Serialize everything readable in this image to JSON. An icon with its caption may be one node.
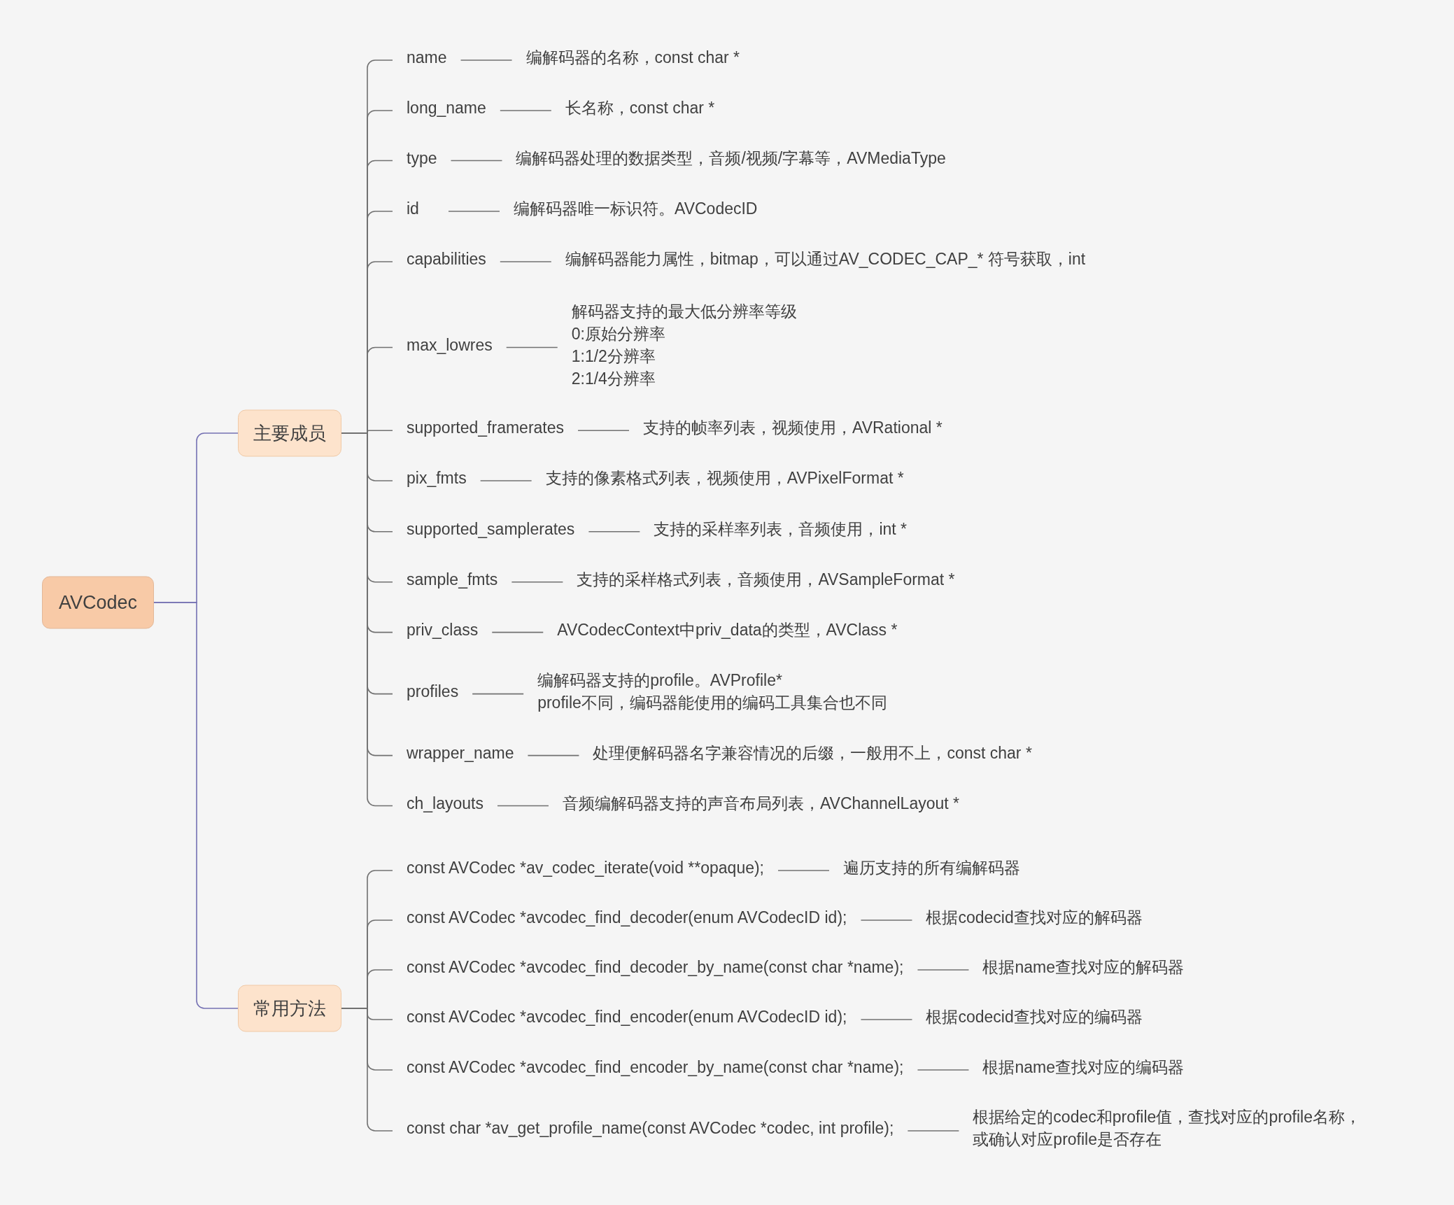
{
  "diagram": {
    "nodes": [
      {
        "text": [
          "AVCodec"
        ]
      },
      {
        "text": [
          "主要成员"
        ]
      },
      {
        "text": [
          "name"
        ]
      },
      {
        "text": [
          "编解码器的名称，const char *"
        ]
      },
      {
        "text": [
          "long_name"
        ]
      },
      {
        "text": [
          "长名称，const char *"
        ]
      },
      {
        "text": [
          "type"
        ]
      },
      {
        "text": [
          "编解码器处理的数据类型，音频/视频/字幕等，AVMediaType"
        ]
      },
      {
        "text": [
          "id"
        ]
      },
      {
        "text": [
          "编解码器唯一标识符。AVCodecID"
        ]
      },
      {
        "text": [
          "capabilities"
        ]
      },
      {
        "text": [
          "编解码器能力属性，bitmap，可以通过AV_CODEC_CAP_* 符号获取，int"
        ]
      },
      {
        "text": [
          "max_lowres"
        ]
      },
      {
        "text": [
          "解码器支持的最大低分辨率等级",
          "0:原始分辨率",
          "1:1/2分辨率",
          "2:1/4分辨率"
        ]
      },
      {
        "text": [
          "supported_framerates"
        ]
      },
      {
        "text": [
          "支持的帧率列表，视频使用，AVRational *"
        ]
      },
      {
        "text": [
          "pix_fmts"
        ]
      },
      {
        "text": [
          "支持的像素格式列表，视频使用，AVPixelFormat *"
        ]
      },
      {
        "text": [
          "supported_samplerates"
        ]
      },
      {
        "text": [
          "支持的采样率列表，音频使用，int *"
        ]
      },
      {
        "text": [
          "sample_fmts"
        ]
      },
      {
        "text": [
          "支持的采样格式列表，音频使用，AVSampleFormat *"
        ]
      },
      {
        "text": [
          "priv_class"
        ]
      },
      {
        "text": [
          "AVCodecContext中priv_data的类型，AVClass *"
        ]
      },
      {
        "text": [
          "profiles"
        ]
      },
      {
        "text": [
          "编解码器支持的profile。AVProfile*",
          "profile不同，编码器能使用的编码工具集合也不同"
        ]
      },
      {
        "text": [
          "wrapper_name"
        ]
      },
      {
        "text": [
          "处理便解码器名字兼容情况的后缀，一般用不上，const char *"
        ]
      },
      {
        "text": [
          "ch_layouts"
        ]
      },
      {
        "text": [
          "音频编解码器支持的声音布局列表，AVChannelLayout *"
        ]
      },
      {
        "text": [
          "常用方法"
        ]
      },
      {
        "text": [
          "const AVCodec *av_codec_iterate(void **opaque);"
        ]
      },
      {
        "text": [
          "遍历支持的所有编解码器"
        ]
      },
      {
        "text": [
          "const AVCodec *avcodec_find_decoder(enum AVCodecID id);"
        ]
      },
      {
        "text": [
          "根据codecid查找对应的解码器"
        ]
      },
      {
        "text": [
          "const AVCodec *avcodec_find_decoder_by_name(const char *name);"
        ]
      },
      {
        "text": [
          "根据name查找对应的解码器"
        ]
      },
      {
        "text": [
          "const AVCodec *avcodec_find_encoder(enum AVCodecID id);"
        ]
      },
      {
        "text": [
          "根据codecid查找对应的编码器"
        ]
      },
      {
        "text": [
          "const AVCodec *avcodec_find_encoder_by_name(const char *name);"
        ]
      },
      {
        "text": [
          "根据name查找对应的编码器"
        ]
      },
      {
        "text": [
          "const char *av_get_profile_name(const AVCodec *codec, int profile);"
        ]
      },
      {
        "text": [
          "根据给定的codec和profile值，查找对应的profile名称，或确认对应profile是否存在"
        ]
      }
    ],
    "edges": [
      {
        "from": 0,
        "to": 1,
        "arrow": "none",
        "color": "#7571b3"
      },
      {
        "from": 0,
        "to": 30,
        "arrow": "none",
        "color": "#7571b3"
      },
      {
        "from": 1,
        "to": 2,
        "arrow": "none"
      },
      {
        "from": 2,
        "to": 3,
        "arrow": "none"
      },
      {
        "from": 1,
        "to": 4,
        "arrow": "none"
      },
      {
        "from": 4,
        "to": 5,
        "arrow": "none"
      },
      {
        "from": 1,
        "to": 6,
        "arrow": "none"
      },
      {
        "from": 6,
        "to": 7,
        "arrow": "none"
      },
      {
        "from": 1,
        "to": 8,
        "arrow": "none"
      },
      {
        "from": 8,
        "to": 9,
        "arrow": "none"
      },
      {
        "from": 1,
        "to": 10,
        "arrow": "none"
      },
      {
        "from": 10,
        "to": 11,
        "arrow": "none"
      },
      {
        "from": 1,
        "to": 12,
        "arrow": "none"
      },
      {
        "from": 12,
        "to": 13,
        "arrow": "none"
      },
      {
        "from": 1,
        "to": 14,
        "arrow": "none"
      },
      {
        "from": 14,
        "to": 15,
        "arrow": "none"
      },
      {
        "from": 1,
        "to": 16,
        "arrow": "none"
      },
      {
        "from": 16,
        "to": 17,
        "arrow": "none"
      },
      {
        "from": 1,
        "to": 18,
        "arrow": "none"
      },
      {
        "from": 18,
        "to": 19,
        "arrow": "none"
      },
      {
        "from": 1,
        "to": 20,
        "arrow": "none"
      },
      {
        "from": 20,
        "to": 21,
        "arrow": "none"
      },
      {
        "from": 1,
        "to": 22,
        "arrow": "none"
      },
      {
        "from": 22,
        "to": 23,
        "arrow": "none"
      },
      {
        "from": 1,
        "to": 24,
        "arrow": "none"
      },
      {
        "from": 24,
        "to": 25,
        "arrow": "none"
      },
      {
        "from": 1,
        "to": 26,
        "arrow": "none"
      },
      {
        "from": 26,
        "to": 27,
        "arrow": "none"
      },
      {
        "from": 1,
        "to": 28,
        "arrow": "none"
      },
      {
        "from": 28,
        "to": 29,
        "arrow": "none"
      },
      {
        "from": 30,
        "to": 31,
        "arrow": "none"
      },
      {
        "from": 31,
        "to": 32,
        "arrow": "none"
      },
      {
        "from": 30,
        "to": 33,
        "arrow": "none"
      },
      {
        "from": 33,
        "to": 34,
        "arrow": "none"
      },
      {
        "from": 30,
        "to": 35,
        "arrow": "none"
      },
      {
        "from": 35,
        "to": 36,
        "arrow": "none"
      },
      {
        "from": 30,
        "to": 37,
        "arrow": "none"
      },
      {
        "from": 37,
        "to": 38,
        "arrow": "none"
      },
      {
        "from": 30,
        "to": 39,
        "arrow": "none"
      },
      {
        "from": 39,
        "to": 40,
        "arrow": "none"
      },
      {
        "from": 30,
        "to": 41,
        "arrow": "none"
      },
      {
        "from": 41,
        "to": 42,
        "arrow": "none"
      }
    ]
  }
}
